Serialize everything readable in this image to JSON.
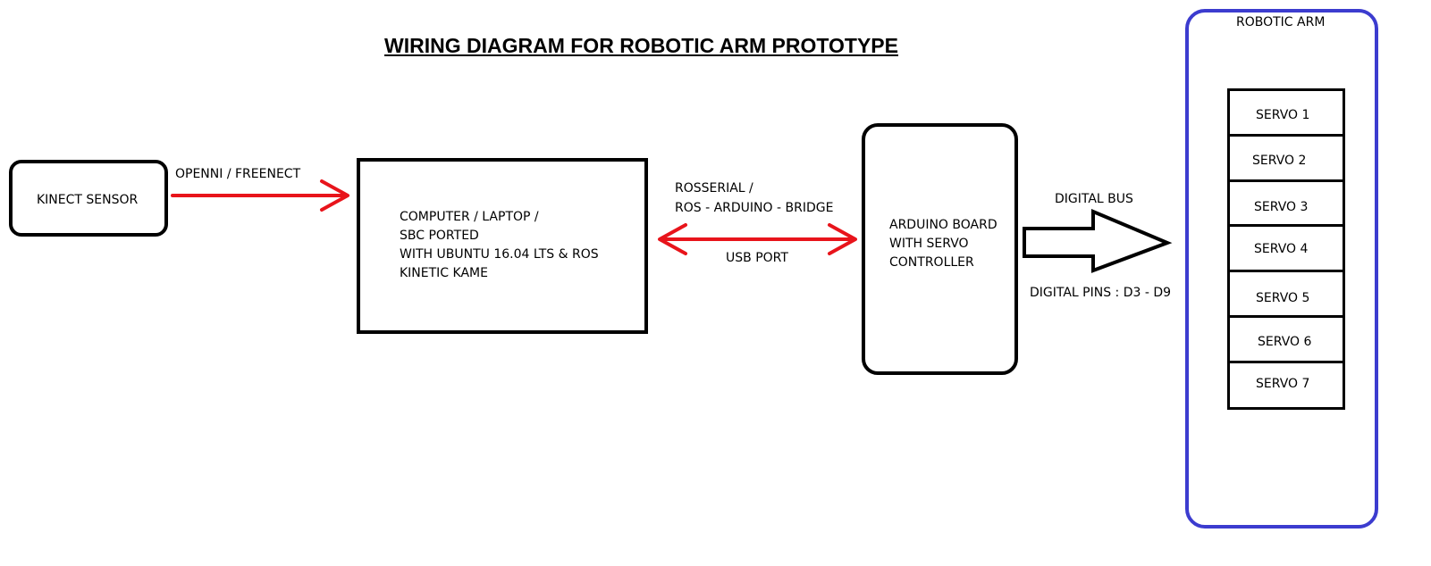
{
  "title": "WIRING DIAGRAM FOR ROBOTIC ARM PROTOTYPE",
  "nodes": {
    "kinect": {
      "label": "KINECT SENSOR"
    },
    "computer": {
      "lines": [
        "COMPUTER / LAPTOP /",
        "SBC PORTED",
        "WITH UBUNTU 16.04 LTS & ROS",
        "KINETIC KAME"
      ]
    },
    "arduino": {
      "lines": [
        "ARDUINO BOARD",
        "WITH SERVO",
        "CONTROLLER"
      ]
    },
    "robotic_arm": {
      "label": "ROBOTIC ARM",
      "servos": [
        "SERVO 1",
        "SERVO 2",
        "SERVO 3",
        "SERVO 4",
        "SERVO 5",
        "SERVO 6",
        "SERVO 7"
      ]
    }
  },
  "edges": {
    "kinect_to_computer": {
      "label": "OPENNI / FREENECT",
      "color": "#e8141b"
    },
    "computer_arduino": {
      "top_lines": [
        "ROSSERIAL /",
        "ROS - ARDUINO - BRIDGE"
      ],
      "bottom_label": "USB PORT",
      "color": "#e8141b"
    },
    "arduino_to_arm": {
      "top_label": "DIGITAL BUS",
      "bottom_label": "DIGITAL PINS : D3 - D9"
    }
  },
  "colors": {
    "signal_arrow": "#e8141b",
    "arm_border": "#3c3ccf"
  }
}
